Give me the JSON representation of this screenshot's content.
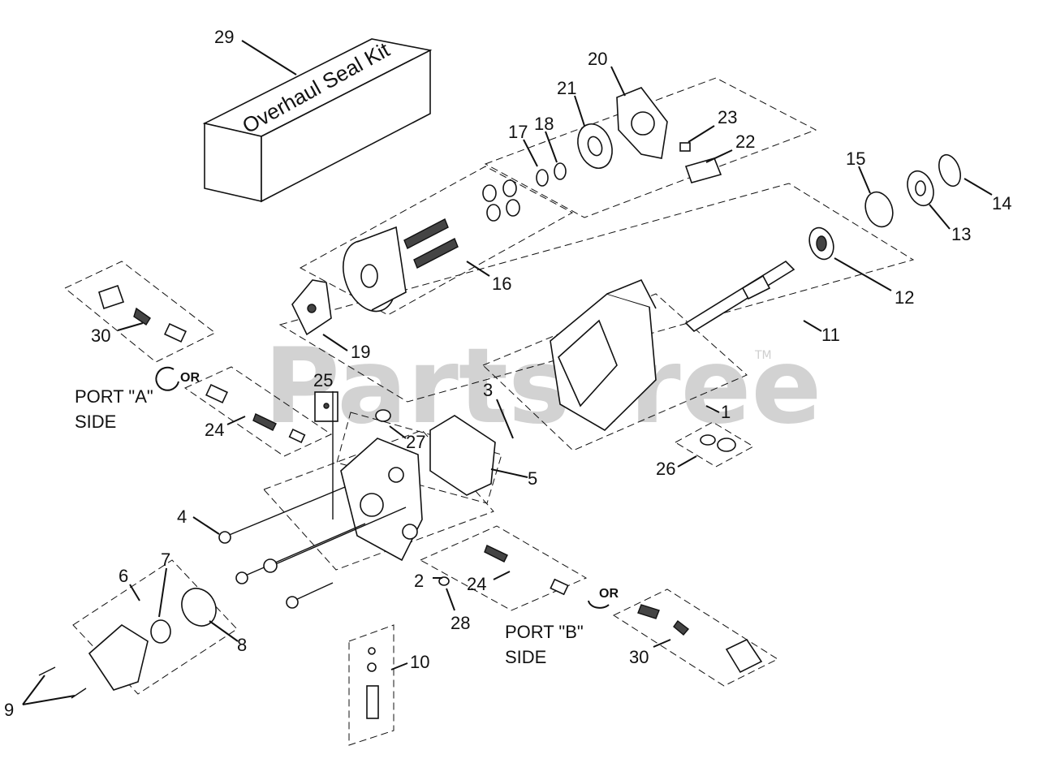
{
  "watermark": {
    "text": "PartsTree",
    "trademark": "TM"
  },
  "seal_kit": {
    "text": "Overhaul Seal Kit"
  },
  "port_a": {
    "line1": "PORT \"A\"",
    "line2": "SIDE",
    "or": "OR"
  },
  "port_b": {
    "line1": "PORT \"B\"",
    "line2": "SIDE",
    "or": "OR"
  },
  "callouts": [
    {
      "id": "c29",
      "text": "29"
    },
    {
      "id": "c20",
      "text": "20"
    },
    {
      "id": "c21",
      "text": "21"
    },
    {
      "id": "c17",
      "text": "17"
    },
    {
      "id": "c18",
      "text": "18"
    },
    {
      "id": "c23",
      "text": "23"
    },
    {
      "id": "c22",
      "text": "22"
    },
    {
      "id": "c15",
      "text": "15"
    },
    {
      "id": "c14",
      "text": "14"
    },
    {
      "id": "c13",
      "text": "13"
    },
    {
      "id": "c12",
      "text": "12"
    },
    {
      "id": "c16",
      "text": "16"
    },
    {
      "id": "c30a",
      "text": "30"
    },
    {
      "id": "c19",
      "text": "19"
    },
    {
      "id": "c11",
      "text": "11"
    },
    {
      "id": "c25",
      "text": "25"
    },
    {
      "id": "c3",
      "text": "3"
    },
    {
      "id": "c1",
      "text": "1"
    },
    {
      "id": "c24a",
      "text": "24"
    },
    {
      "id": "c27",
      "text": "27"
    },
    {
      "id": "c5",
      "text": "5"
    },
    {
      "id": "c26",
      "text": "26"
    },
    {
      "id": "c4",
      "text": "4"
    },
    {
      "id": "c7",
      "text": "7"
    },
    {
      "id": "c6",
      "text": "6"
    },
    {
      "id": "c2",
      "text": "2"
    },
    {
      "id": "c24b",
      "text": "24"
    },
    {
      "id": "c8",
      "text": "8"
    },
    {
      "id": "c28",
      "text": "28"
    },
    {
      "id": "c10",
      "text": "10"
    },
    {
      "id": "c30b",
      "text": "30"
    },
    {
      "id": "c9",
      "text": "9"
    }
  ]
}
